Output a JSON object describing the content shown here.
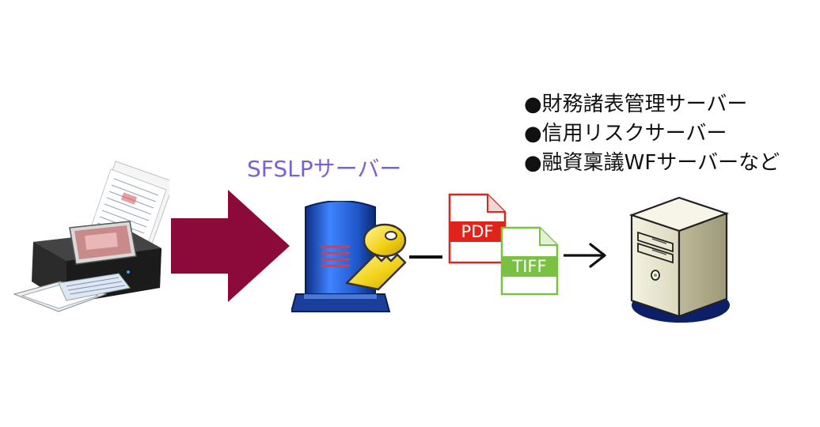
{
  "server_label": "SFSLPサーバー",
  "destinations": [
    "●財務諸表管理サーバー",
    "●信用リスクサーバー",
    "●融資稟議WFサーバーなど"
  ],
  "documents": {
    "pdf_label": "PDF",
    "tiff_label": "TIFF"
  },
  "colors": {
    "server_label": "#7b61d6",
    "big_arrow": "#8b0a3a",
    "pdf_red": "#e0231b",
    "tiff_green": "#79c043",
    "server_blue": "#1f56c8",
    "key_yellow": "#f3d21a"
  },
  "icons": {
    "scanner": "document-scanner-icon",
    "big_arrow": "right-arrow-icon",
    "sfslp_server": "server-with-key-icon",
    "pdf": "pdf-file-icon",
    "tiff": "tiff-file-icon",
    "small_arrow": "right-arrow-icon",
    "pc_tower": "pc-tower-icon"
  }
}
